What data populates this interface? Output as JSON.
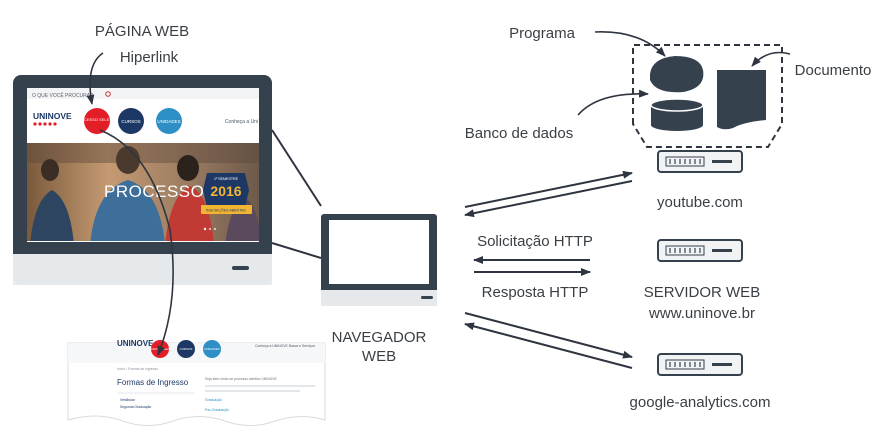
{
  "labels": {
    "pagina_web": "PÁGINA WEB",
    "hiperlink": "Hiperlink",
    "navegador": "NAVEGADOR",
    "navegador_sub": "WEB",
    "programa": "Programa",
    "documento": "Documento",
    "banco_de_dados": "Banco de dados",
    "youtube": "youtube.com",
    "solicitacao": "Solicitação HTTP",
    "resposta": "Resposta HTTP",
    "servidor": "SERVIDOR WEB",
    "servidor_url": "www.uninove.br",
    "google": "google-analytics.com"
  },
  "website": {
    "search_text": "O QUE VOCÊ PROCURA?",
    "logo": "UNINOVE",
    "nav": [
      "PROCESSO SELETIVO",
      "CURSOS",
      "UNIDADES"
    ],
    "nav_right": "Conheça a Uni",
    "hero_text": "PROCESSO",
    "badge_top": "1º SEMESTRE",
    "badge_year": "2016",
    "badge_bottom": "INSCRIÇÕES ABERTAS",
    "colors": {
      "red": "#e41e26",
      "blue": "#2d8fc6",
      "navy": "#1e3866",
      "dark": "#3b4654"
    }
  },
  "linked_page": {
    "logo": "UNINOVE",
    "nav": [
      "PROCESSO SELETIVO",
      "CURSOS",
      "UNIDADES"
    ],
    "nav_right": "Conheça a UNINOVE     Busca e Serviços",
    "breadcrumb": "Início / Formas de Ingresso",
    "title": "Formas de Ingresso",
    "intro": "Seja bem-vindo ao processo seletivo UNINOVE",
    "rows_left": [
      "Vestibular",
      "Segunda Graduação"
    ],
    "rows_right": [
      "Graduação",
      "Pós-Graduação"
    ]
  }
}
